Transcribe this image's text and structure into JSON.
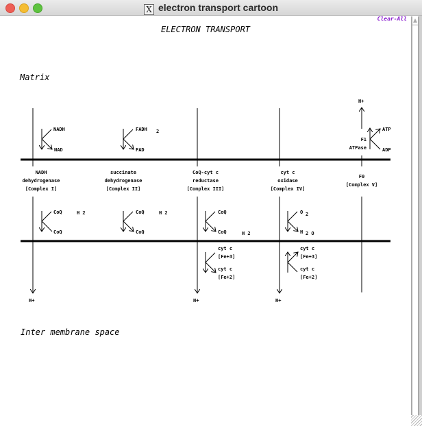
{
  "window": {
    "title": "electron transport cartoon",
    "icon": "x11-icon"
  },
  "toolbar": {
    "clear_all": "Clear-All"
  },
  "diagram": {
    "title": "ELECTRON TRANSPORT",
    "region_top": "Matrix",
    "region_bottom": "Inter membrane space",
    "complexes": [
      {
        "name_lines": [
          "NADH",
          "dehydrogenase",
          "[Complex I]"
        ],
        "upper_in": "NADH",
        "upper_out": "NAD",
        "lower_in": "CoQ",
        "lower_in_sub": "H 2",
        "lower_out": "CoQ",
        "proton": "H+"
      },
      {
        "name_lines": [
          "succinate",
          "dehydrogenase",
          "[Complex II]"
        ],
        "upper_in": "FADH",
        "upper_in_sub": "2",
        "upper_out": "FAD",
        "lower_in": "CoQ",
        "lower_in_sub": "H 2",
        "lower_out": "CoQ"
      },
      {
        "name_lines": [
          "CoQ-cyt c",
          "reductase",
          "[Complex III]"
        ],
        "lower_in": "CoQ",
        "lower_out": "CoQ",
        "lower_out_sub": "H 2",
        "im_top": [
          "cyt c",
          "[Fe+3]"
        ],
        "im_bottom": [
          "cyt c",
          "[Fe+2]"
        ],
        "proton": "H+"
      },
      {
        "name_lines": [
          "cyt c",
          "oxidase",
          "[Complex IV]"
        ],
        "lower_in": "O",
        "lower_in_sub": "2",
        "lower_out": "H",
        "lower_out_sub": "2 O",
        "im_top": [
          "cyt c",
          "[Fe+3]"
        ],
        "im_bottom": [
          "cyt c",
          "[Fe+2]"
        ],
        "proton": "H+"
      },
      {
        "name_lines": [
          "F0",
          "[Complex V]"
        ],
        "upper_labels": [
          "F1",
          "ATPase"
        ],
        "atp_out": "ATP",
        "adp_in": "ADP",
        "proton": "H+"
      }
    ]
  }
}
